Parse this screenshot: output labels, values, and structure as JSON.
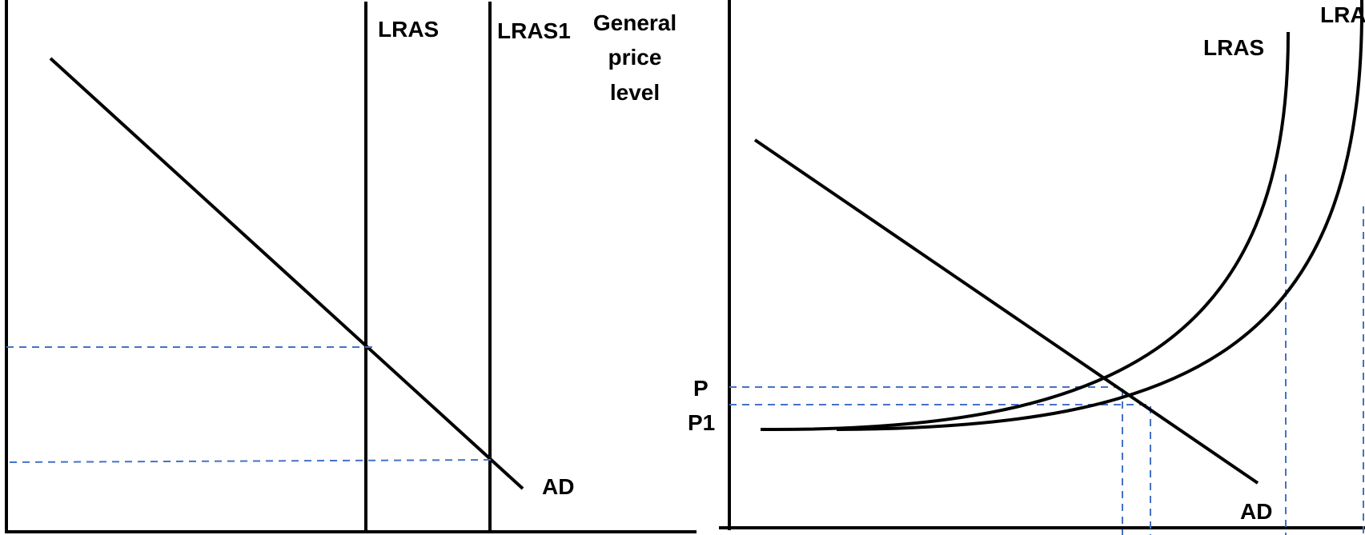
{
  "left_diagram": {
    "labels": {
      "lras": "LRAS",
      "lras1": "LRAS1",
      "ad": "AD"
    }
  },
  "right_diagram": {
    "labels": {
      "y_axis_line1": "General",
      "y_axis_line2": "price",
      "y_axis_line3": "level",
      "lras": "LRAS",
      "lras_clipped": "LRA",
      "ad": "AD",
      "p": "P",
      "p1": "P1"
    }
  },
  "colors": {
    "curves": "#000000",
    "guides": "#4472c4"
  }
}
